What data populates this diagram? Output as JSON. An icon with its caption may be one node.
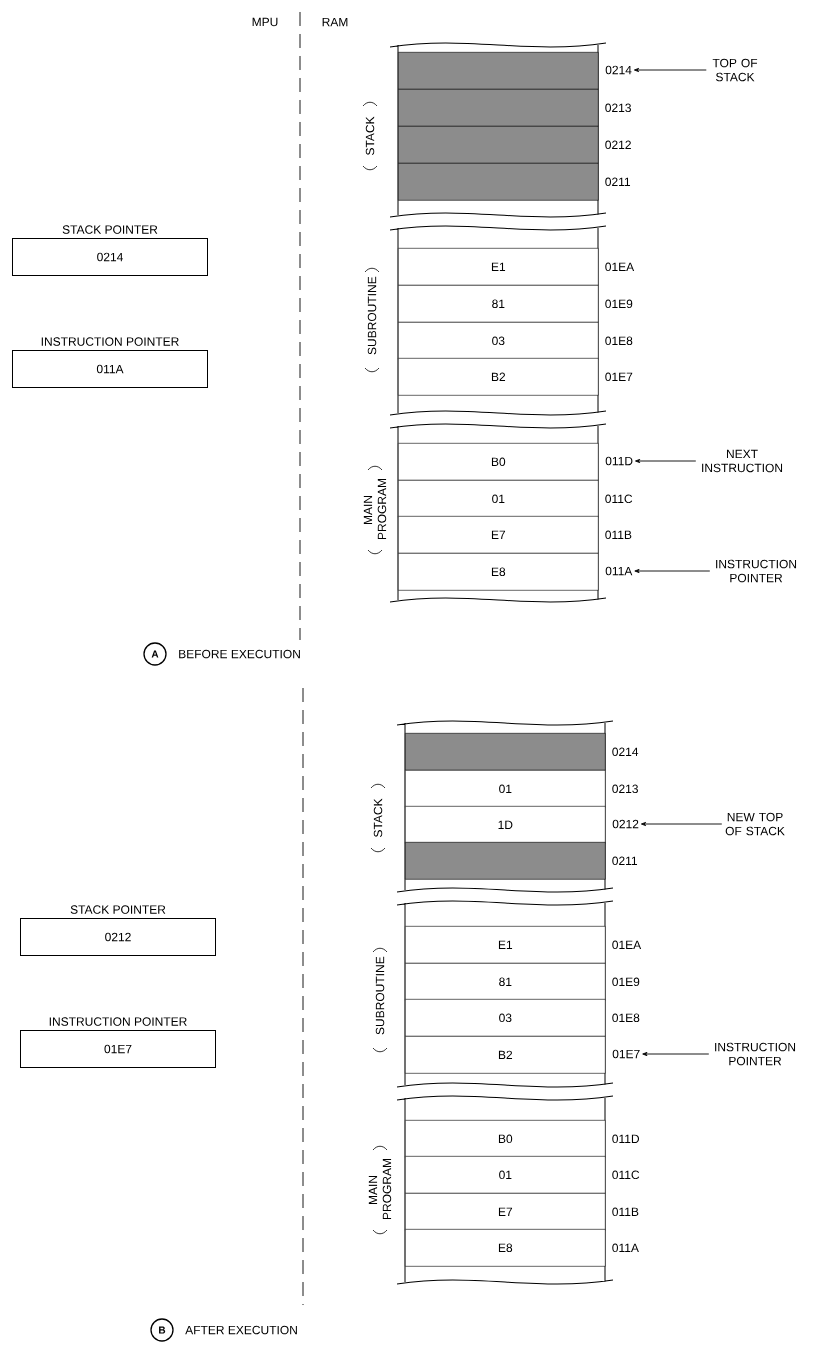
{
  "diagram": {
    "nodes": [
      {
        "text": [],
        "shape": "box"
      },
      {
        "text": [
          "0214"
        ]
      },
      {
        "text": [
          "TOP OF STACK"
        ]
      },
      {
        "text": [],
        "shape": "box",
        "beside": [
          "0213"
        ]
      },
      {
        "text": [],
        "shape": "box",
        "beside": [
          "0212"
        ]
      },
      {
        "text": [],
        "shape": "box",
        "beside": [
          "0211"
        ]
      },
      {
        "text": [
          "STACK POINTER",
          "0214"
        ]
      },
      {
        "text": [
          "E1"
        ],
        "beside": [
          "01EA"
        ]
      },
      {
        "text": [
          "81"
        ],
        "beside": [
          "01E9"
        ]
      },
      {
        "text": [
          "INSTRUCTION POINTER",
          "011A"
        ]
      },
      {
        "text": [
          "03"
        ],
        "beside": [
          "01E8"
        ]
      },
      {
        "text": [
          "B2"
        ],
        "beside": [
          "01E7"
        ]
      },
      {
        "text": [
          "B0"
        ]
      },
      {
        "text": [
          "011D"
        ]
      },
      {
        "text": [
          "NEXT INSTRUCTION"
        ]
      },
      {
        "text": [
          "01"
        ],
        "beside": [
          "011C"
        ]
      },
      {
        "text": [
          "E7"
        ],
        "beside": [
          "011B"
        ]
      },
      {
        "text": [
          "E8"
        ]
      },
      {
        "text": [
          "011A"
        ]
      },
      {
        "text": [
          "INSTRUCTION POINTER"
        ]
      },
      {
        "text": [
          "A"
        ],
        "beside": [
          "BEFORE EXECUTION"
        ]
      },
      {
        "text": [],
        "shape": "box",
        "beside": [
          "0214"
        ]
      },
      {
        "text": [
          "01"
        ],
        "beside": [
          "0213"
        ]
      },
      {
        "text": [
          "1D"
        ]
      },
      {
        "text": [
          "0212"
        ]
      },
      {
        "text": [
          "NEW TOP OF STACK"
        ]
      },
      {
        "text": [],
        "shape": "box",
        "beside": [
          "0211"
        ]
      },
      {
        "text": [
          "STACK POINTER",
          "0212"
        ]
      },
      {
        "text": [
          "E1"
        ],
        "beside": [
          "01EA"
        ]
      },
      {
        "text": [
          "81"
        ],
        "beside": [
          "01E9"
        ]
      },
      {
        "text": [
          "INSTRUCTION POINTER",
          "01E7"
        ]
      },
      {
        "text": [
          "03"
        ],
        "beside": [
          "01E8"
        ]
      },
      {
        "text": [
          "B2"
        ]
      },
      {
        "text": [
          "01E7"
        ]
      },
      {
        "text": [
          "INSTRUCTION POINTER"
        ]
      },
      {
        "text": [
          "B0"
        ],
        "beside": [
          "011D"
        ]
      },
      {
        "text": [
          "01"
        ],
        "beside": [
          "011C"
        ]
      },
      {
        "text": [
          "E7"
        ],
        "beside": [
          "011B"
        ]
      },
      {
        "text": [
          "E8"
        ],
        "beside": [
          "011A"
        ]
      },
      {
        "text": [
          "B"
        ],
        "beside": [
          "AFTER EXECUTION"
        ]
      }
    ],
    "edges": [
      {
        "from": 2,
        "to": 1,
        "arrow": "to"
      },
      {
        "from": 14,
        "to": 13,
        "arrow": "to"
      },
      {
        "from": 19,
        "to": 18,
        "arrow": "to"
      },
      {
        "from": 25,
        "to": 24,
        "arrow": "to"
      },
      {
        "from": 34,
        "to": 33,
        "arrow": "to"
      }
    ],
    "labels": [
      "MPU",
      "RAM",
      "STACK",
      "SUBROUTINE",
      "MAIN PROGRAM",
      "STACK",
      "SUBROUTINE",
      "MAIN PROGRAM"
    ]
  }
}
